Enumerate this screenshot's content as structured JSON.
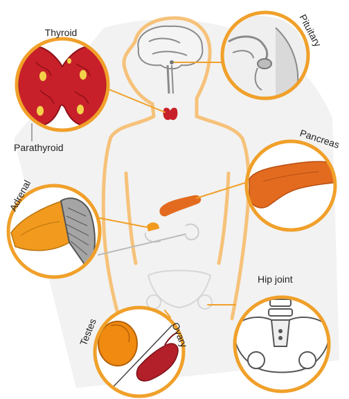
{
  "labels": {
    "thyroid": "Thyroid",
    "parathyroid": "Parathyroid",
    "pituitary": "Pituitary",
    "pancreas": "Pancreas",
    "adrenal": "Adrenal",
    "hip_joint": "Hip joint",
    "testes": "Testes",
    "ovary": "Ovary"
  },
  "colors": {
    "ring": "#f0a02a",
    "body_outline": "#f6c27a",
    "thyroid": "#c8202a",
    "thyroid_spots": "#f3d24a",
    "pancreas": "#e36b1f",
    "adrenal": "#f29a1d",
    "ovary": "#b3202a",
    "testes": "#f08a10",
    "bone": "#555555",
    "brain": "#8a8a8a",
    "backdrop": "#eeeeee"
  }
}
